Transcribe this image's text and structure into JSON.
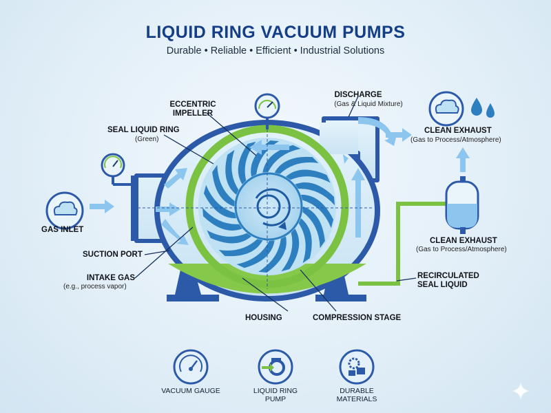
{
  "header": {
    "title": "LIQUID RING VACUUM PUMPS",
    "subtitle": "Durable • Reliable • Efficient • Industrial Solutions"
  },
  "labels": {
    "eccentric_impeller": [
      "ECCENTRIC",
      "IMPELLER"
    ],
    "seal_liquid_ring": "SEAL LIQUID RING",
    "seal_liquid_ring_sub": "(Green)",
    "gas_inlet": "GAS INLET",
    "suction_port": "SUCTION PORT",
    "intake_gas": "INTAKE GAS",
    "intake_gas_sub": "(e.g., process vapor)",
    "housing": "HOUSING",
    "compression_stage": "COMPRESSION STAGE",
    "discharge": "DISCHARGE",
    "discharge_sub": "(Gas & Liquid Mixture)",
    "clean_exhaust_top": "CLEAN EXHAUST",
    "clean_exhaust_top_sub": "(Gas to Process/Atmosphere)",
    "clean_exhaust_mid": "CLEAN EXHAUST",
    "clean_exhaust_mid_sub": "(Gas to Process/Atmosphere)",
    "recirculated": [
      "RECIRCULATED",
      "SEAL LIQUID"
    ]
  },
  "bottom_icons": [
    {
      "icon": "vacuum-gauge-icon",
      "label": [
        "VACUUM GAUGE"
      ]
    },
    {
      "icon": "liquid-ring-pump-icon",
      "label": [
        "LIQUID RING",
        "PUMP"
      ]
    },
    {
      "icon": "durable-materials-icon",
      "label": [
        "DURABLE",
        "MATERIALS"
      ]
    }
  ],
  "colors": {
    "title": "#143e86",
    "housing": "#2c5aa8",
    "housing_fill": "#d6ebf7",
    "liquid_ring": "#7cc242",
    "impeller_blade": "#2e7fc0",
    "arrow": "#8cc6ee"
  }
}
